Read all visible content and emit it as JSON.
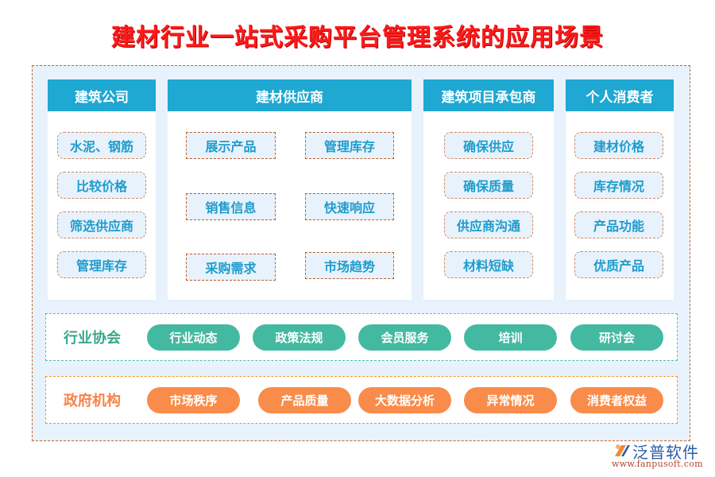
{
  "title": "建材行业一站式采购平台管理系统的应用场景",
  "columns": [
    {
      "header": "建筑公司",
      "items": [
        "水泥、钢筋",
        "比较价格",
        "筛选供应商",
        "管理库存"
      ]
    },
    {
      "header": "建材供应商",
      "items": [
        "展示产品",
        "管理库存",
        "销售信息",
        "快速响应",
        "采购需求",
        "市场趋势"
      ]
    },
    {
      "header": "建筑项目承包商",
      "items": [
        "确保供应",
        "确保质量",
        "供应商沟通",
        "材料短缺"
      ]
    },
    {
      "header": "个人消费者",
      "items": [
        "建材价格",
        "库存情况",
        "产品功能",
        "优质产品"
      ]
    }
  ],
  "association": {
    "label": "行业协会",
    "items": [
      "行业动态",
      "政策法规",
      "会员服务",
      "培训",
      "研讨会"
    ],
    "color": "#44b9a1"
  },
  "government": {
    "label": "政府机构",
    "items": [
      "市场秩序",
      "产品质量",
      "大数据分析",
      "异常情况",
      "消费者权益"
    ],
    "color": "#f98c4a"
  },
  "colors": {
    "title": "#ff1a1a",
    "header": "#1ea8d2",
    "tag_text": "#1e9ccc",
    "outer_border": "#c8692a",
    "background": "#e8f2fc"
  },
  "logo": {
    "name": "泛普软件",
    "url": "www.fanpusoft.com"
  }
}
